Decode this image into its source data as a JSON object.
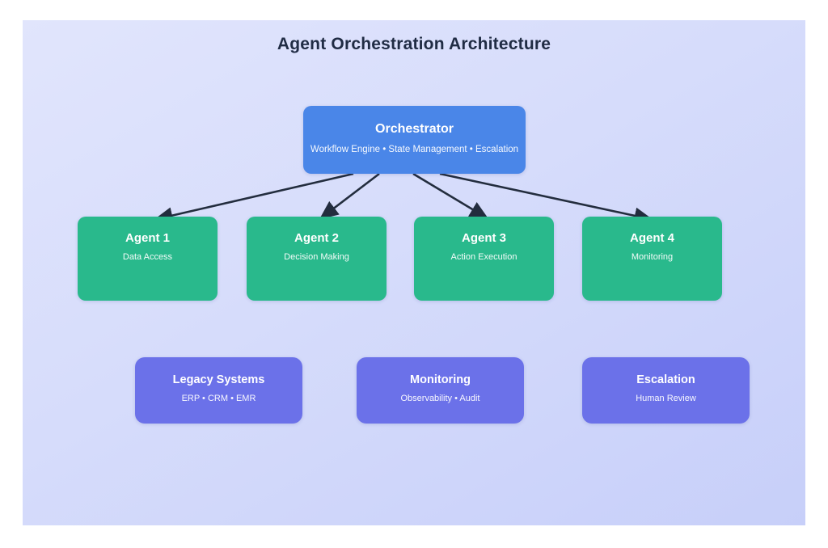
{
  "title": "Agent Orchestration Architecture",
  "orchestrator": {
    "title": "Orchestrator",
    "subtitle": "Workflow Engine • State Management • Escalation"
  },
  "agents": [
    {
      "title": "Agent 1",
      "subtitle": "Data Access"
    },
    {
      "title": "Agent 2",
      "subtitle": "Decision Making"
    },
    {
      "title": "Agent 3",
      "subtitle": "Action Execution"
    },
    {
      "title": "Agent 4",
      "subtitle": "Monitoring"
    }
  ],
  "systems": [
    {
      "title": "Legacy Systems",
      "subtitle": "ERP • CRM • EMR"
    },
    {
      "title": "Monitoring",
      "subtitle": "Observability • Audit"
    },
    {
      "title": "Escalation",
      "subtitle": "Human Review"
    }
  ],
  "edges": {
    "description": "arrows from orchestrator to each agent",
    "count": 4
  },
  "colors": {
    "background_top": "#e1e5fc",
    "background_bottom": "#c7cff9",
    "orchestrator": "#4a86e8",
    "agent": "#29b98c",
    "system": "#6b71e9",
    "arrow": "#232d3e",
    "title_text": "#202c44",
    "node_text": "#ffffff"
  }
}
